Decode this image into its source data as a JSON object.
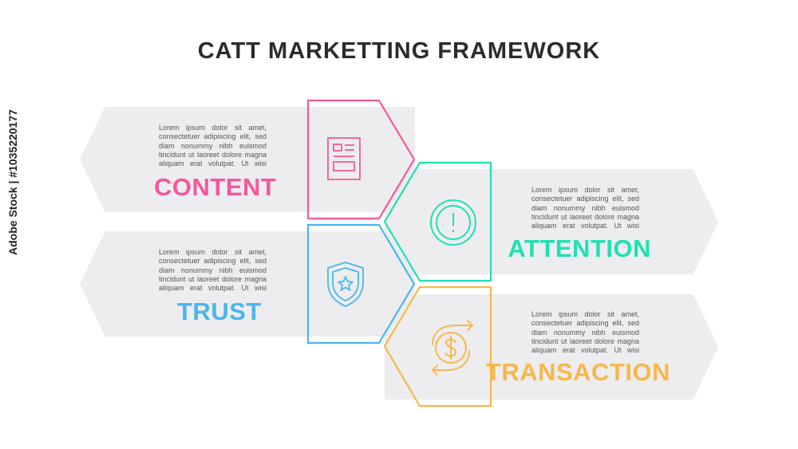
{
  "title": "CATT MARKETTING FRAMEWORK",
  "body_text": "Lorem ipsum dolor sit amet, consectetuer adipiscing elit, sed diam nonummy nibh euismod tincidunt ut laoreet dolore magna aliquam erat volutpat. Ut wisi",
  "items": [
    {
      "label": "CONTENT",
      "color": "#f5589a",
      "icon": "document-icon"
    },
    {
      "label": "ATTENTION",
      "color": "#1fe0b2",
      "icon": "exclamation-circle-icon"
    },
    {
      "label": "TRUST",
      "color": "#4ab6ee",
      "icon": "shield-star-icon"
    },
    {
      "label": "TRANSACTION",
      "color": "#f7b84a",
      "icon": "dollar-exchange-icon"
    }
  ],
  "watermark": "Adobe Stock | #1035220177"
}
